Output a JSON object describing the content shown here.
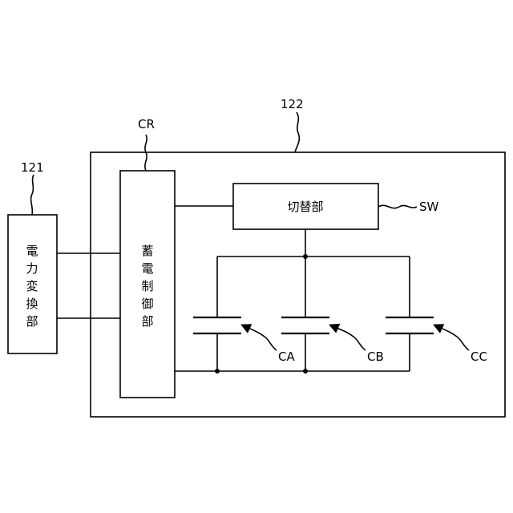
{
  "refs": {
    "outer_box": "122",
    "power_converter": "121",
    "storage_controller": "CR",
    "switch": "SW",
    "cap_a": "CA",
    "cap_b": "CB",
    "cap_c": "CC"
  },
  "blocks": {
    "power_converter_chars": [
      "電",
      "力",
      "変",
      "換",
      "部"
    ],
    "storage_controller_chars": [
      "蓄",
      "電",
      "制",
      "御",
      "部"
    ],
    "switch_label": "切替部"
  }
}
